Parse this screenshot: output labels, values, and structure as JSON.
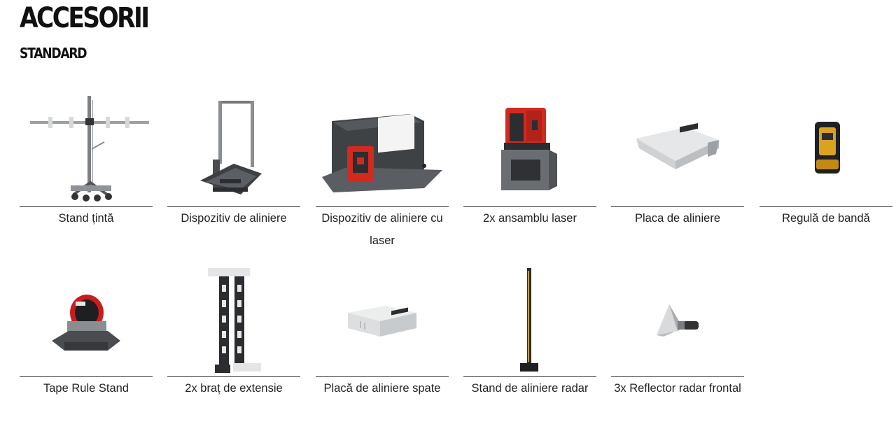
{
  "header": {
    "title": "ACCESORII",
    "subtitle": "STANDARD"
  },
  "accessories": {
    "row1": [
      {
        "label": "Stand țintă",
        "icon": "target-stand-icon"
      },
      {
        "label": "Dispozitiv de aliniere",
        "icon": "alignment-device-icon"
      },
      {
        "label": "Dispozitiv de aliniere cu laser",
        "icon": "laser-alignment-device-icon"
      },
      {
        "label": "2x ansamblu laser",
        "icon": "laser-assembly-icon"
      },
      {
        "label": "Placa de aliniere",
        "icon": "alignment-plate-icon"
      },
      {
        "label": "Regulă de bandă",
        "icon": "tape-measure-icon"
      }
    ],
    "row2": [
      {
        "label": "Tape Rule Stand",
        "icon": "tape-rule-stand-icon"
      },
      {
        "label": "2x braț de extensie",
        "icon": "extension-arm-icon"
      },
      {
        "label": "Placă de aliniere spate",
        "icon": "rear-alignment-plate-icon"
      },
      {
        "label": "Stand de aliniere radar",
        "icon": "radar-alignment-stand-icon"
      },
      {
        "label": "3x Reflector radar frontal",
        "icon": "radar-reflector-icon"
      }
    ]
  },
  "colors": {
    "laser_red": "#d32a1f",
    "frame_gray": "#5a5d61",
    "dark": "#2b2d30"
  }
}
